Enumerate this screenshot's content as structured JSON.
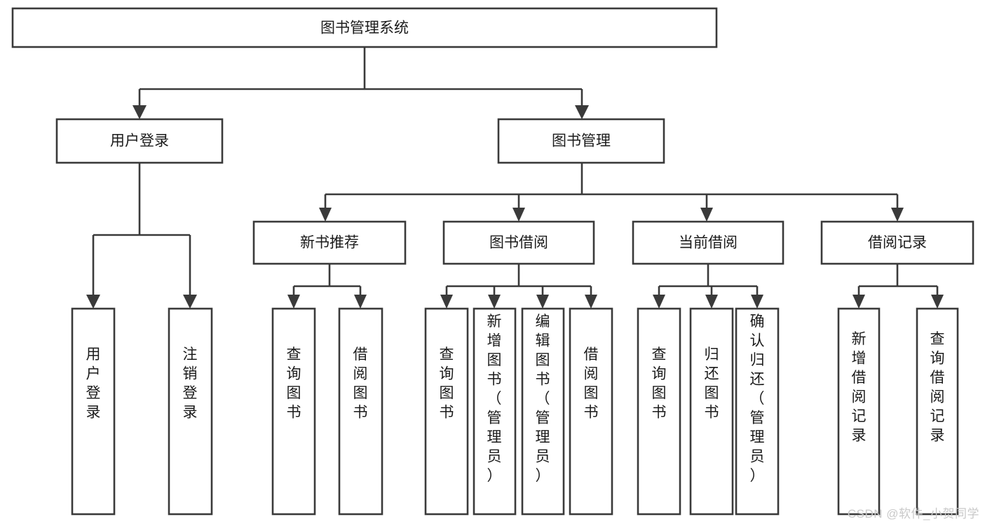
{
  "diagram": {
    "title": "图书管理系统",
    "watermark": "CSDN @软件_小贺同学",
    "colors": {
      "stroke": "#3a3a3a",
      "fill": "#ffffff",
      "text": "#1b1b1b",
      "watermark": "#c9c9c9",
      "background": "#ffffff"
    },
    "root": {
      "label": "图书管理系统"
    },
    "level2": [
      {
        "label": "用户登录"
      },
      {
        "label": "图书管理"
      }
    ],
    "level3": [
      {
        "label": "新书推荐"
      },
      {
        "label": "图书借阅"
      },
      {
        "label": "当前借阅"
      },
      {
        "label": "借阅记录"
      }
    ],
    "leaves": {
      "user_login": [
        {
          "label": "用户登录"
        },
        {
          "label": "注销登录"
        }
      ],
      "new_book_recommend": [
        {
          "label": "查询图书"
        },
        {
          "label": "借阅图书"
        }
      ],
      "book_borrow": [
        {
          "label": "查询图书"
        },
        {
          "label": "新增图书（管理员）"
        },
        {
          "label": "编辑图书（管理员）"
        },
        {
          "label": "借阅图书"
        }
      ],
      "current_borrow": [
        {
          "label": "查询图书"
        },
        {
          "label": "归还图书"
        },
        {
          "label": "确认归还（管理员）"
        }
      ],
      "borrow_record": [
        {
          "label": "新增借阅记录"
        },
        {
          "label": "查询借阅记录"
        }
      ]
    }
  }
}
